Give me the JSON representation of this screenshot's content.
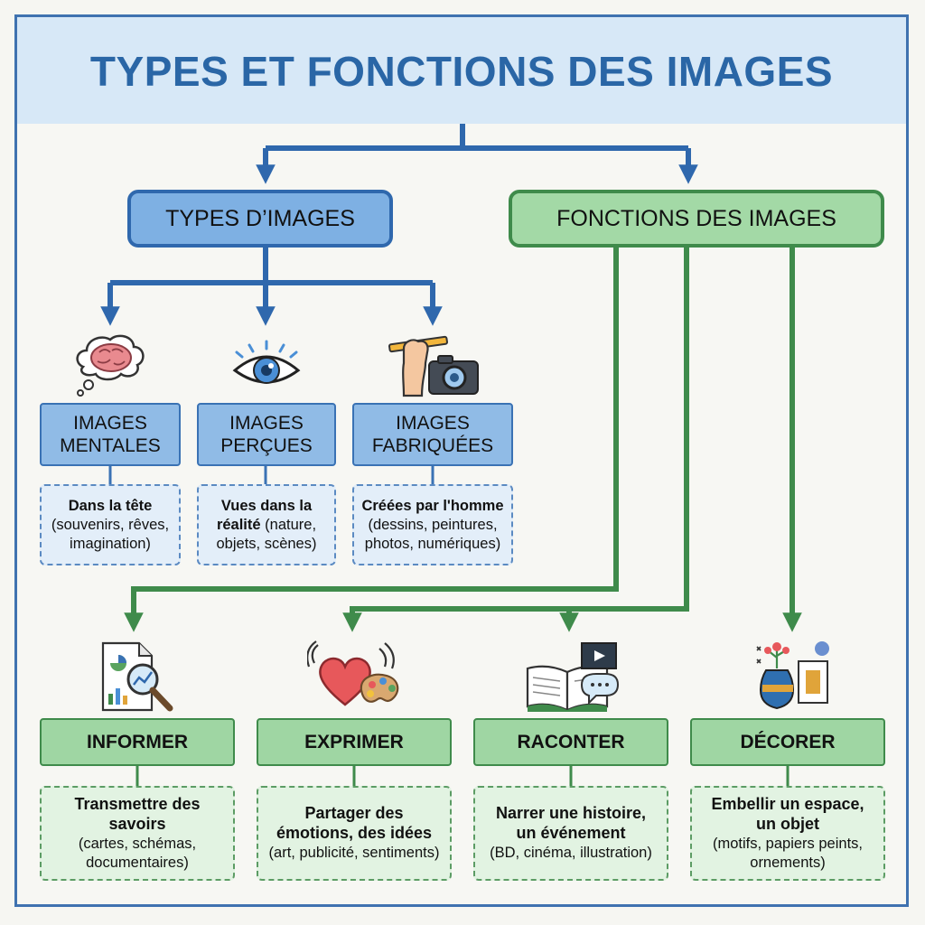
{
  "title": "TYPES ET FONCTIONS DES IMAGES",
  "types": {
    "heading": "TYPES D’IMAGES",
    "items": [
      {
        "line1": "IMAGES",
        "line2": "MENTALES",
        "desc_bold": "Dans la tête",
        "desc_rest": "(souvenirs, rêves, imagination)",
        "icon": "brain-thought-bubble-icon"
      },
      {
        "line1": "IMAGES",
        "line2": "PERÇUES",
        "desc_bold": "Vues dans la réalité",
        "desc_rest": "(nature, objets, scènes)",
        "icon": "eye-icon"
      },
      {
        "line1": "IMAGES",
        "line2": "FABRIQUÉES",
        "desc_bold": "Créées par l'homme",
        "desc_rest": "(dessins, peintures, photos, numériques)",
        "icon": "hand-pencil-camera-icon"
      }
    ]
  },
  "functions": {
    "heading": "FONCTIONS DES IMAGES",
    "items": [
      {
        "label": "INFORMER",
        "desc_bold": "Transmettre des savoirs",
        "desc_rest": "(cartes, schémas, documentaires)",
        "icon": "document-magnifier-icon"
      },
      {
        "label": "EXPRIMER",
        "desc_bold": "Partager des émotions, des idées",
        "desc_rest": "(art, publicité, sentiments)",
        "icon": "heart-palette-icon"
      },
      {
        "label": "RACONTER",
        "desc_bold": "Narrer une histoire, un événement",
        "desc_rest": "(BD, cinéma, illustration)",
        "icon": "book-film-speech-icon"
      },
      {
        "label": "DÉCORER",
        "desc_bold": "Embellir un espace, un objet",
        "desc_rest": "(motifs, papiers peints, ornements)",
        "icon": "vase-flowers-icon"
      }
    ]
  },
  "colors": {
    "blue": "#2f68ad",
    "green": "#3f8b4b",
    "title": "#2a66a6"
  }
}
